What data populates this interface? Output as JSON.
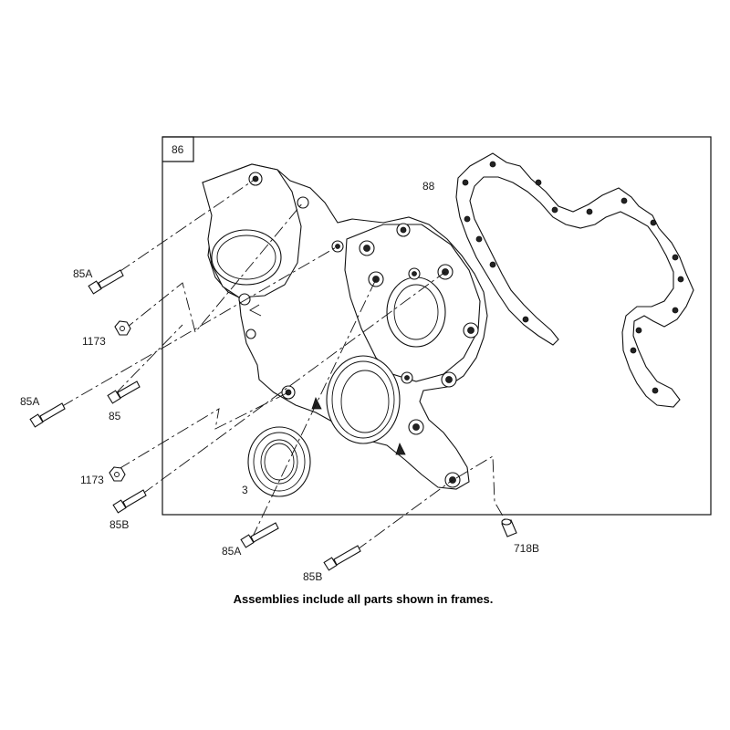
{
  "frame": {
    "number": "86"
  },
  "callouts": {
    "gasket": "88",
    "bolt_85a_top": "85A",
    "nut_1173_top": "1173",
    "bolt_85a_left": "85A",
    "bolt_85": "85",
    "nut_1173_bottom": "1173",
    "bolt_85b_left": "85B",
    "seal": "3",
    "bolt_85a_bottom": "85A",
    "bolt_85b_bottom": "85B",
    "dowel": "718B"
  },
  "caption": "Assemblies include all parts shown in frames."
}
